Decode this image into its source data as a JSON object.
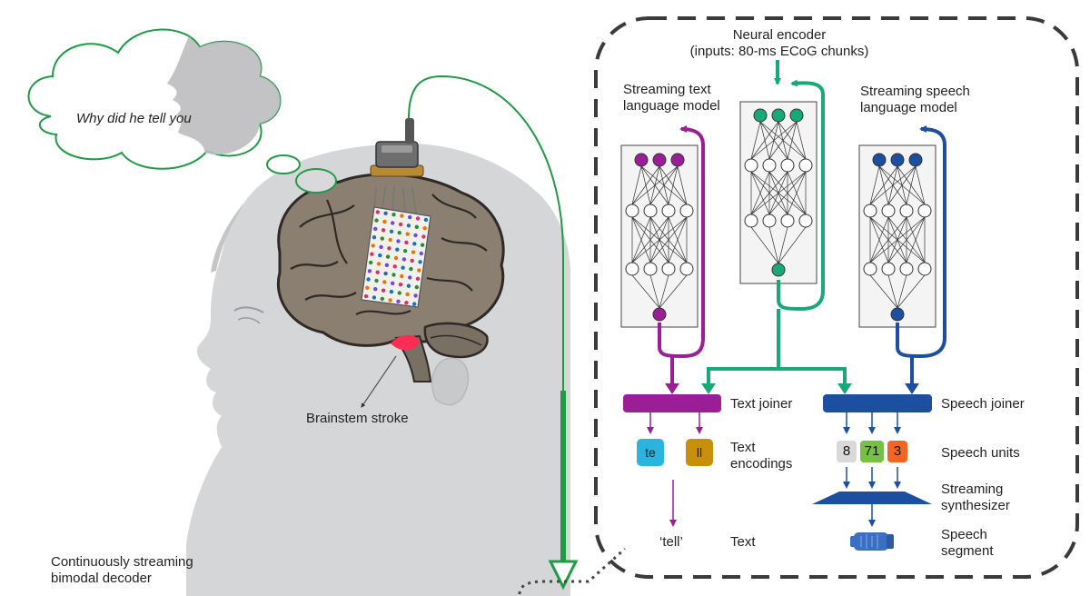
{
  "thought": {
    "text": "Why did he tell you"
  },
  "labels": {
    "brainstem": "Brainstem stroke",
    "decoder": [
      "Continuously streaming",
      "bimodal decoder"
    ],
    "neural_encoder": [
      "Neural encoder",
      "(inputs: 80-ms ECoG chunks)"
    ],
    "text_lm": [
      "Streaming text",
      "language model"
    ],
    "speech_lm": [
      "Streaming speech",
      "language model"
    ],
    "text_joiner": "Text joiner",
    "speech_joiner": "Speech joiner",
    "text_encodings": [
      "Text",
      "encodings"
    ],
    "speech_units": "Speech units",
    "synthesizer": [
      "Streaming",
      "synthesizer"
    ],
    "text": "Text",
    "speech_segment": [
      "Speech",
      "segment"
    ]
  },
  "text_codes": [
    {
      "label": "te",
      "color": "#29b5e0"
    },
    {
      "label": "ll",
      "color": "#c8900a"
    }
  ],
  "speech_units": [
    {
      "label": "8",
      "color": "#d9d9d9"
    },
    {
      "label": "71",
      "color": "#76c043"
    },
    {
      "label": "3",
      "color": "#f26522"
    }
  ],
  "output_text": "‘tell’",
  "colors": {
    "text_path": "#9a1f96",
    "encoder_path": "#19a878",
    "speech_path": "#1c4fa0",
    "cable": "#1f9a45",
    "stroke_marker": "#ff2d55"
  }
}
